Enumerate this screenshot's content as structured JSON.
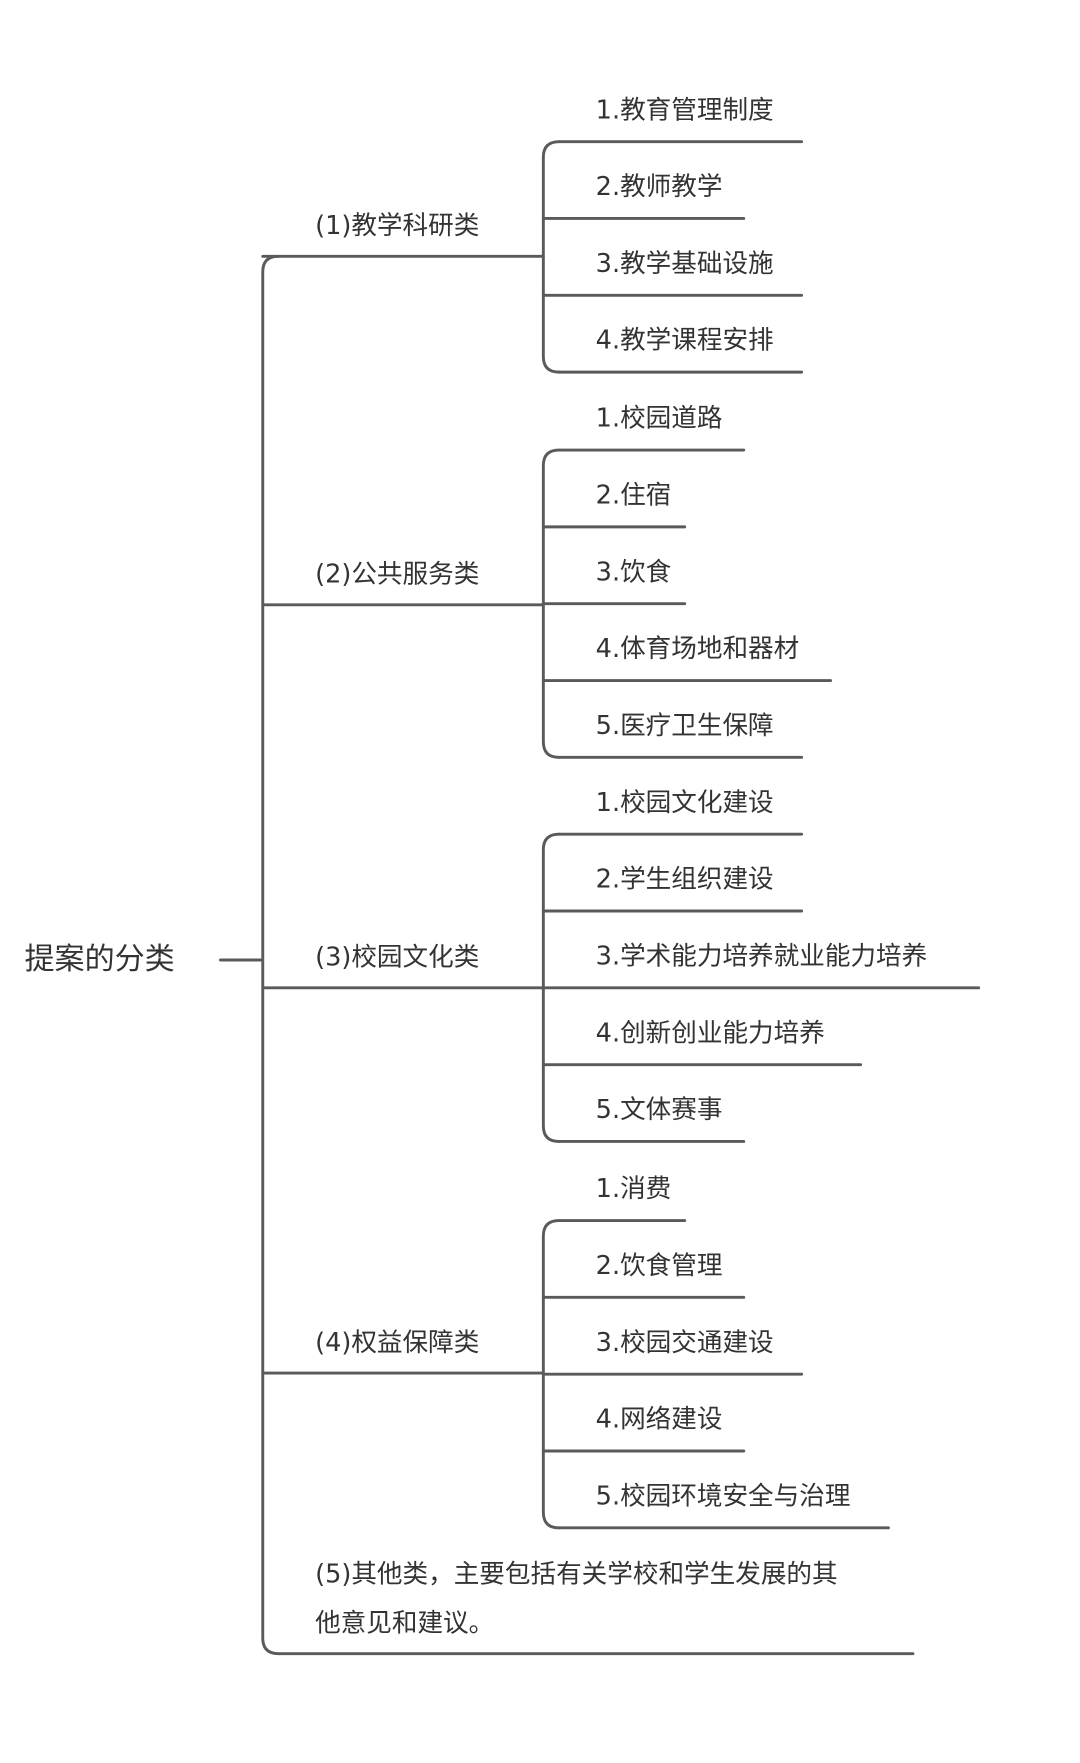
{
  "root": {
    "label": "提案的分类"
  },
  "categories": [
    {
      "label": "(1)教学科研类",
      "items": [
        "1.教育管理制度",
        "2.教师教学",
        "3.教学基础设施",
        "4.教学课程安排"
      ]
    },
    {
      "label": "(2)公共服务类",
      "items": [
        "1.校园道路",
        "2.住宿",
        "3.饮食",
        "4.体育场地和器材",
        "5.医疗卫生保障"
      ]
    },
    {
      "label": "(3)校园文化类",
      "items": [
        "1.校园文化建设",
        "2.学生组织建设",
        "3.学术能力培养就业能力培养",
        "4.创新创业能力培养",
        "5.文体赛事"
      ]
    },
    {
      "label": "(4)权益保障类",
      "items": [
        "1.消费",
        "2.饮食管理",
        "3.校园交通建设",
        "4.网络建设",
        "5.校园环境安全与治理"
      ]
    },
    {
      "label_lines": [
        "(5)其他类，主要包括有关学校和学生发展的其",
        "他意见和建议。"
      ],
      "items": []
    }
  ]
}
